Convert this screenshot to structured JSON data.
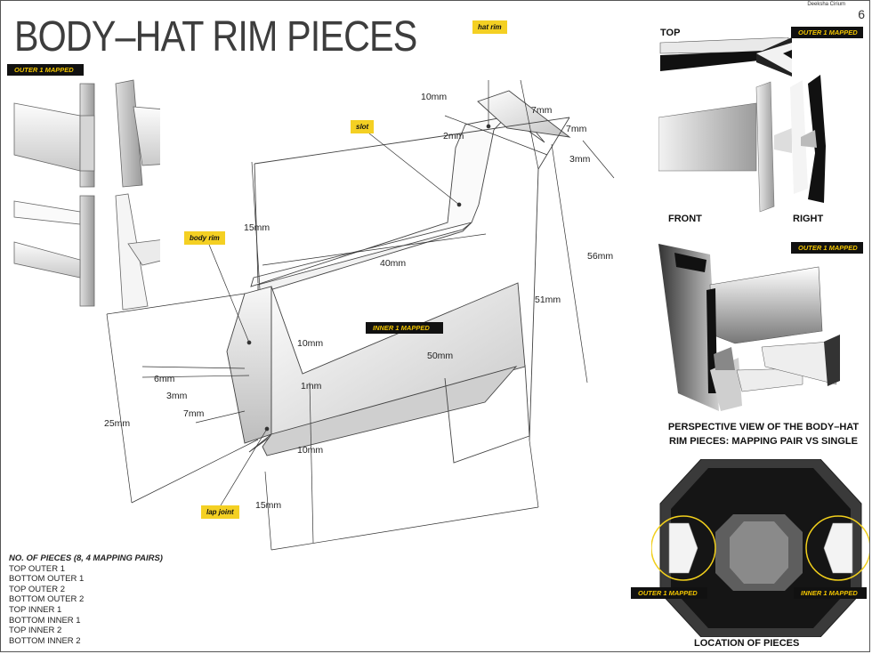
{
  "header": {
    "title": "BODY–HAT RIM PIECES",
    "author": "Deeksha Cirium",
    "page_number": "6"
  },
  "tags": {
    "outer_left": "OUTER  1 MAPPED",
    "outer_top_right": "OUTER  1 MAPPED",
    "outer_mid_right": "OUTER  1 MAPPED",
    "inner_center": "INNER  1 MAPPED",
    "outer_location": "OUTER  1 MAPPED",
    "inner_location": "INNER  1 MAPPED"
  },
  "callouts": {
    "hat_rim": "hat rim",
    "slot": "slot",
    "body_rim": "body rim",
    "lap_joint": "lap joint"
  },
  "dimensions": {
    "d10mm_top": "10mm",
    "d7mm_a": "7mm",
    "d2mm": "2mm",
    "d7mm_b": "7mm",
    "d3mm_top": "3mm",
    "d15mm_top": "15mm",
    "d40mm": "40mm",
    "d56mm": "56mm",
    "d51mm": "51mm",
    "d10mm_mid": "10mm",
    "d50mm": "50mm",
    "d6mm": "6mm",
    "d3mm_left": "3mm",
    "d7mm_left": "7mm",
    "d1mm": "1mm",
    "d25mm": "25mm",
    "d10mm_low": "10mm",
    "d15mm_low": "15mm"
  },
  "views": {
    "top": "TOP",
    "front": "FRONT",
    "right": "RIGHT",
    "perspective_caption": "PERSPECTIVE VIEW OF THE BODY–HAT RIM PIECES: MAPPING PAIR VS SINGLE",
    "location_caption": "LOCATION OF PIECES"
  },
  "pieces": {
    "heading": "NO. OF PIECES  (8, 4 MAPPING PAIRS)",
    "items": [
      "TOP OUTER 1",
      "BOTTOM OUTER 1",
      "TOP OUTER 2",
      "BOTTOM OUTER 2",
      "TOP INNER 1",
      "BOTTOM INNER 1",
      "TOP INNER 2",
      "BOTTOM INNER 2"
    ]
  },
  "colors": {
    "tag_bg": "#111111",
    "tag_text": "#f2c500",
    "callout_bg": "#f4d023",
    "ring": "#f1cf1c"
  }
}
